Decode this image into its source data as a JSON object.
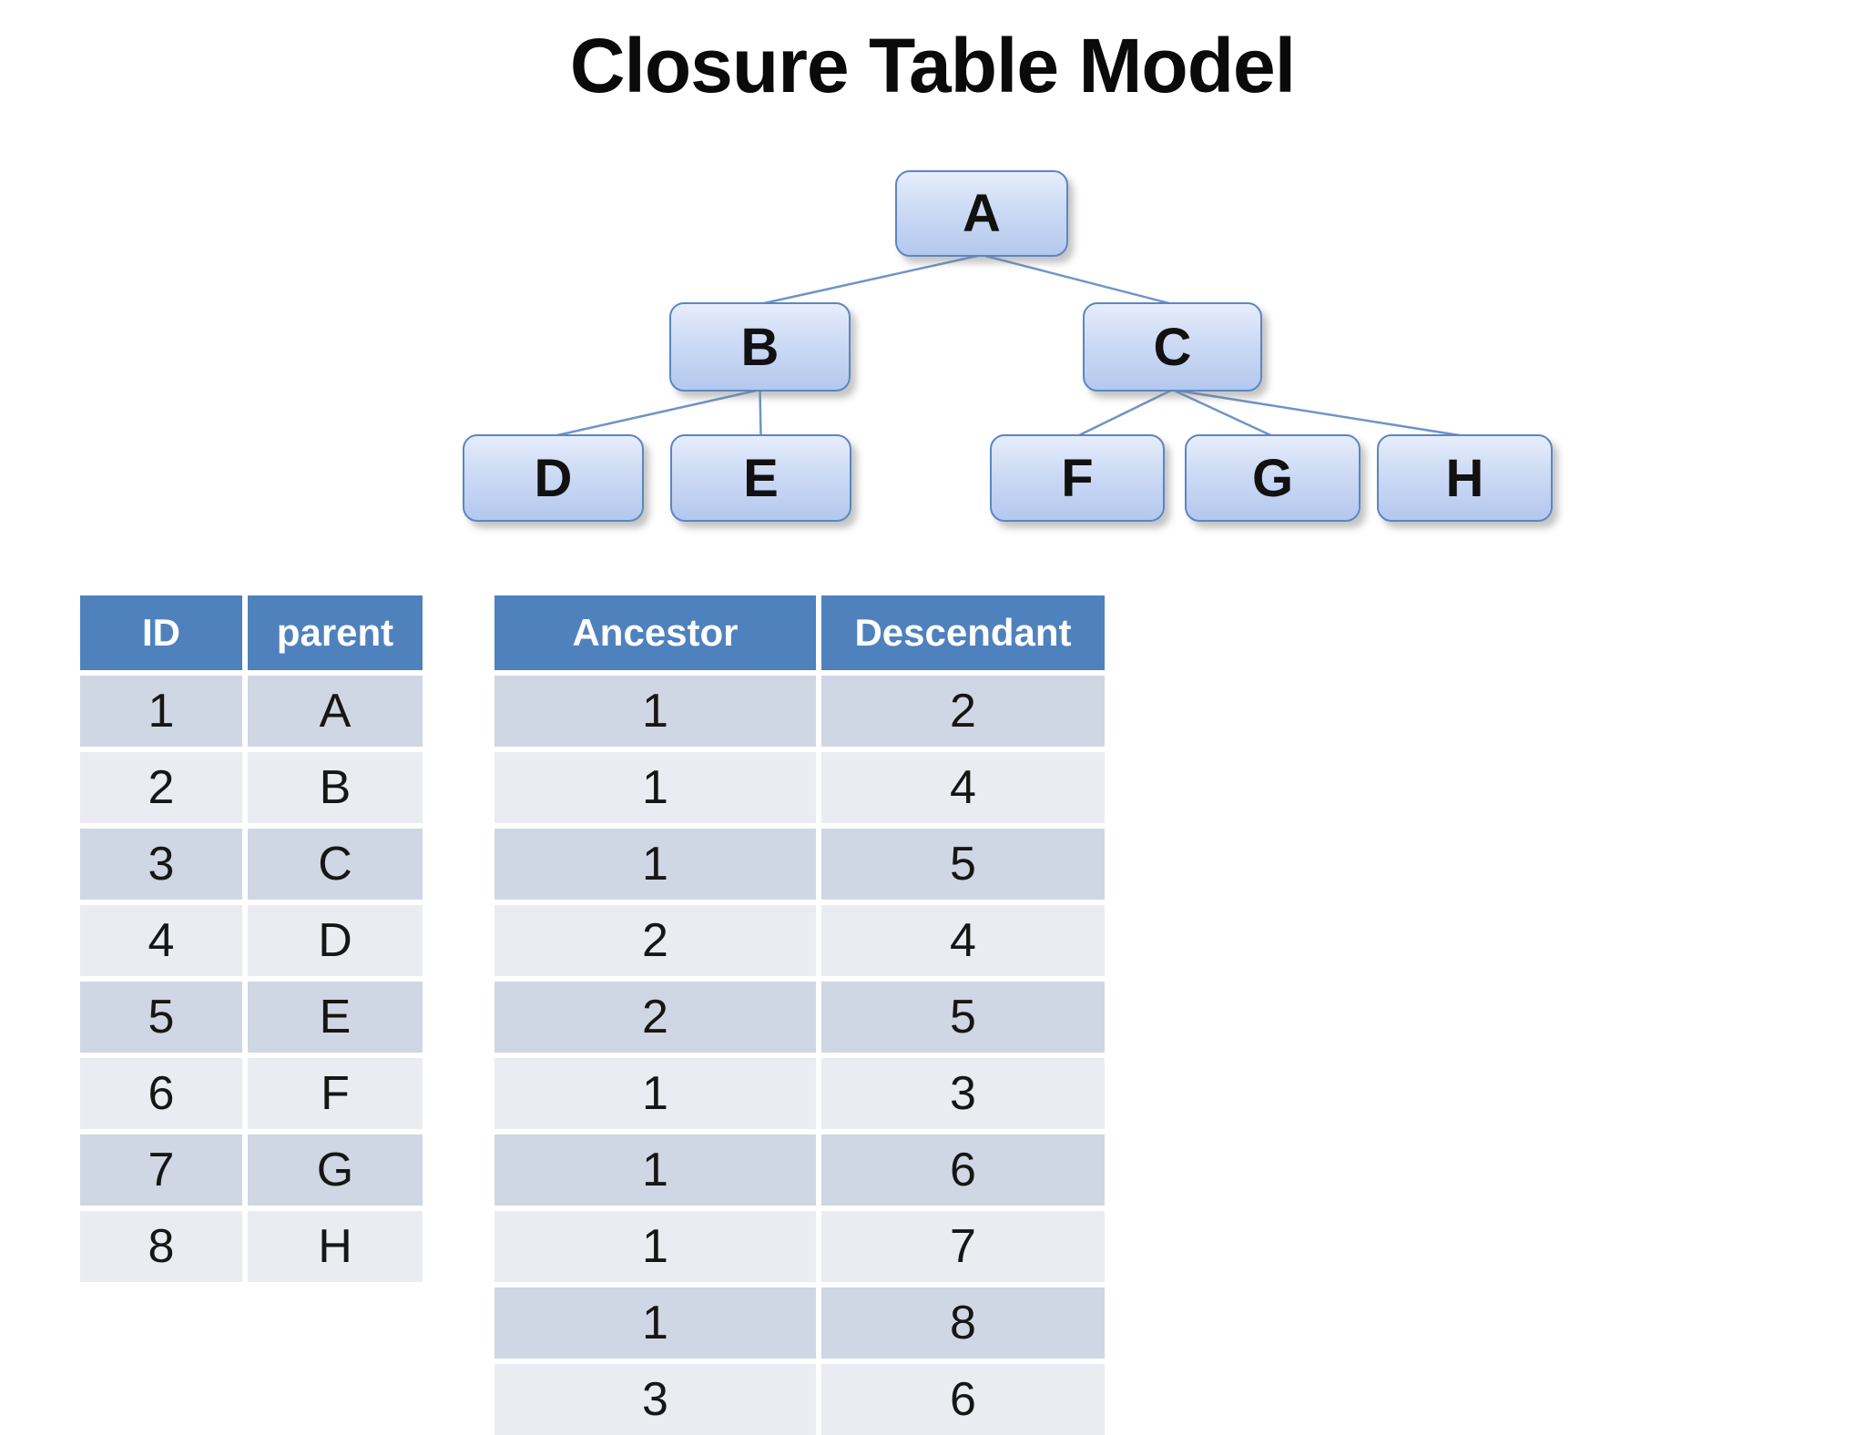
{
  "title": "Closure Table Model",
  "tree": {
    "nodes": [
      {
        "id": "A",
        "label": "A"
      },
      {
        "id": "B",
        "label": "B"
      },
      {
        "id": "C",
        "label": "C"
      },
      {
        "id": "D",
        "label": "D"
      },
      {
        "id": "E",
        "label": "E"
      },
      {
        "id": "F",
        "label": "F"
      },
      {
        "id": "G",
        "label": "G"
      },
      {
        "id": "H",
        "label": "H"
      }
    ],
    "edges": [
      [
        "A",
        "B"
      ],
      [
        "A",
        "C"
      ],
      [
        "B",
        "D"
      ],
      [
        "B",
        "E"
      ],
      [
        "C",
        "F"
      ],
      [
        "C",
        "G"
      ],
      [
        "C",
        "H"
      ]
    ]
  },
  "tables": {
    "nodes_table": {
      "headers": [
        "ID",
        "parent"
      ],
      "rows": [
        [
          "1",
          "A"
        ],
        [
          "2",
          "B"
        ],
        [
          "3",
          "C"
        ],
        [
          "4",
          "D"
        ],
        [
          "5",
          "E"
        ],
        [
          "6",
          "F"
        ],
        [
          "7",
          "G"
        ],
        [
          "8",
          "H"
        ]
      ]
    },
    "closure_table": {
      "headers": [
        "Ancestor",
        "Descendant"
      ],
      "rows": [
        [
          "1",
          "2"
        ],
        [
          "1",
          "4"
        ],
        [
          "1",
          "5"
        ],
        [
          "2",
          "4"
        ],
        [
          "2",
          "5"
        ],
        [
          "1",
          "3"
        ],
        [
          "1",
          "6"
        ],
        [
          "1",
          "7"
        ],
        [
          "1",
          "8"
        ],
        [
          "3",
          "6"
        ]
      ]
    }
  },
  "colors": {
    "title_color": "#0a0a0a",
    "table_header_bg": "#4f81bd",
    "table_header_text": "#ffffff",
    "row_band_dark": "#cfd6e4",
    "row_band_light": "#eaecf2",
    "node_border": "#5b86c3",
    "node_fill_top": "#e7edfb",
    "node_fill_mid": "#cbd9f4",
    "node_fill_bottom": "#b4c8ee",
    "edge_line": "#7094c6"
  }
}
